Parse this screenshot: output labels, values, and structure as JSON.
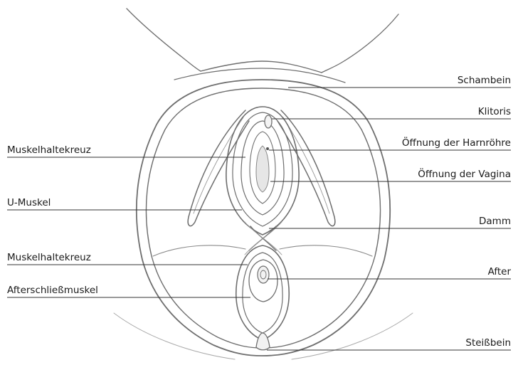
{
  "labels_left": [
    {
      "text": "Muskelhaltekreuz"
    },
    {
      "text": "U-Muskel"
    },
    {
      "text": "Muskelhaltekreuz"
    },
    {
      "text": "Afterschließmuskel"
    }
  ],
  "labels_right": [
    {
      "text": "Schambein"
    },
    {
      "text": "Klitoris"
    },
    {
      "text": "Öffnung der Harnröhre"
    },
    {
      "text": "Öffnung der Vagina"
    },
    {
      "text": "Damm"
    },
    {
      "text": "After"
    },
    {
      "text": "Steißbein"
    }
  ],
  "colors": {
    "pencil": "#6a6a6a",
    "pencil_light": "#9a9a9a",
    "leader": "#333333",
    "text": "#1a1a1a"
  }
}
